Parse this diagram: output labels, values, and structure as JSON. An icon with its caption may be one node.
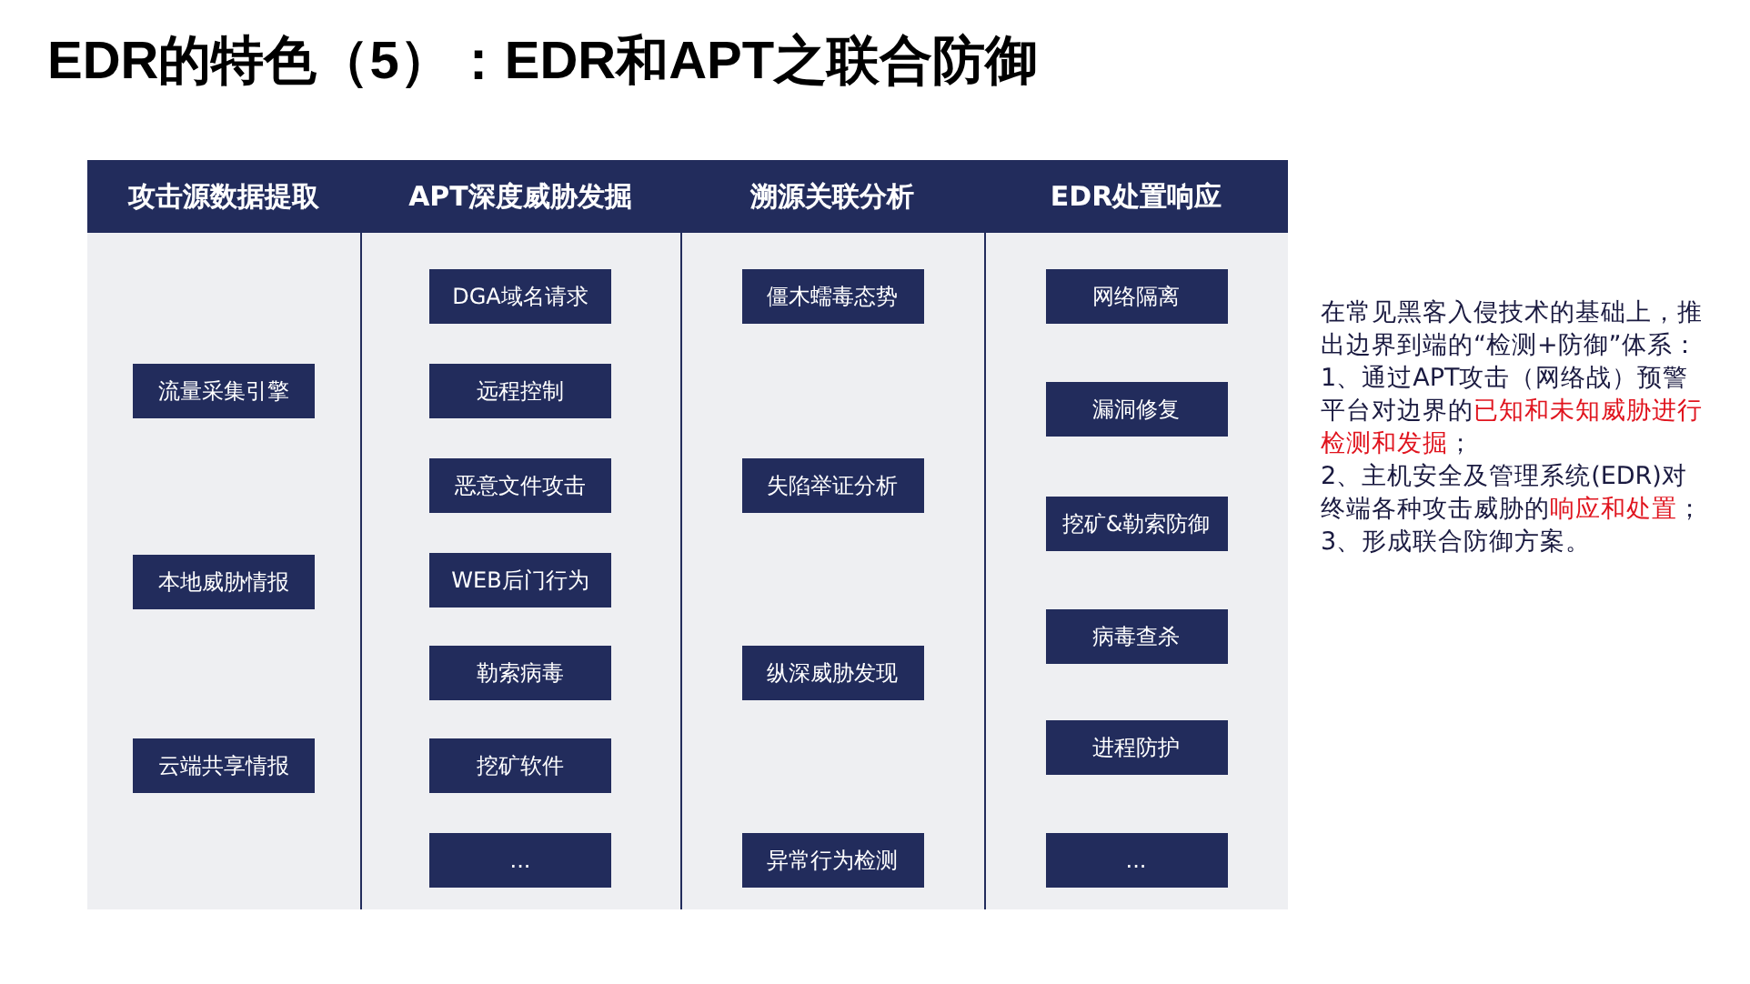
{
  "diagram": {
    "title": "EDR的特色（5）：EDR和APT之联合防御",
    "nodes": [
      {
        "text": [
          "攻击源数据提取"
        ]
      },
      {
        "text": [
          "流量采集引擎"
        ],
        "in": 0
      },
      {
        "text": [
          "本地威胁情报"
        ],
        "in": 0
      },
      {
        "text": [
          "云端共享情报"
        ],
        "in": 0
      },
      {
        "text": [
          "APT深度威胁发掘"
        ]
      },
      {
        "text": [
          "DGA域名请求"
        ],
        "in": 4
      },
      {
        "text": [
          "远程控制"
        ],
        "in": 4
      },
      {
        "text": [
          "恶意文件攻击"
        ],
        "in": 4
      },
      {
        "text": [
          "WEB后门行为"
        ],
        "in": 4
      },
      {
        "text": [
          "勒索病毒"
        ],
        "in": 4
      },
      {
        "text": [
          "挖矿软件"
        ],
        "in": 4
      },
      {
        "text": [
          "..."
        ],
        "in": 4
      },
      {
        "text": [
          "溯源关联分析"
        ]
      },
      {
        "text": [
          "僵木蠕毒态势"
        ],
        "in": 12
      },
      {
        "text": [
          "失陷举证分析"
        ],
        "in": 12
      },
      {
        "text": [
          "纵深威胁发现"
        ],
        "in": 12
      },
      {
        "text": [
          "异常行为检测"
        ],
        "in": 12
      },
      {
        "text": [
          "EDR处置响应"
        ]
      },
      {
        "text": [
          "网络隔离"
        ],
        "in": 17
      },
      {
        "text": [
          "漏洞修复"
        ],
        "in": 17
      },
      {
        "text": [
          "挖矿&勒索防御"
        ],
        "in": 17
      },
      {
        "text": [
          "病毒查杀"
        ],
        "in": 17
      },
      {
        "text": [
          "进程防护"
        ],
        "in": 17
      },
      {
        "text": [
          "..."
        ],
        "in": 17
      }
    ],
    "edges": [],
    "labels": [
      "在常见黑客入侵技术的基础上，推出边界到端的“检测+防御”体系：",
      "1、通过APT攻击（网络战）预警平台对边界的",
      "已知和未知威胁进行检测和发掘",
      "；",
      "2、主机安全及管理系统(EDR)对终端各种攻击威胁的",
      "响应和处置",
      "；",
      "3、形成联合防御方案。"
    ]
  }
}
